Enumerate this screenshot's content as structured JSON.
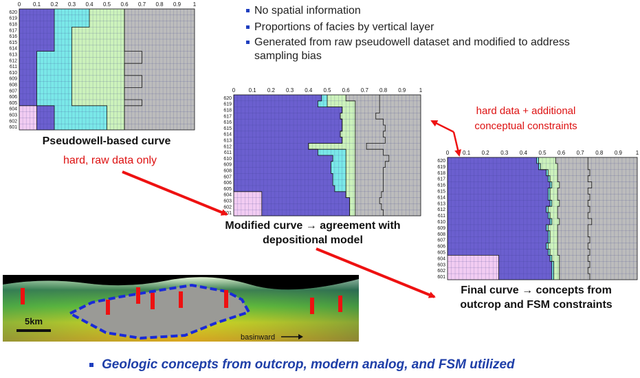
{
  "bullets": [
    "No spatial information",
    "Proportions of facies by vertical layer",
    "Generated from raw pseudowell dataset and modified to address sampling bias"
  ],
  "captions": {
    "pseudowell": "Pseudowell-based curve",
    "pseudowell_note": "hard, raw data only",
    "modified_line1": "Modified curve → agreement with",
    "modified_line2": "depositional model",
    "constraints_line1": "hard data + additional",
    "constraints_line2": "conceptual constraints",
    "final_line1": "Final curve → concepts from",
    "final_line2": "outcrop and FSM constraints"
  },
  "footer": "Geologic concepts from outcrop, modern analog, and FSM utilized",
  "photo_labels": {
    "scale": "5km",
    "direction": "basinward"
  },
  "colors": {
    "facies": [
      "#f2ccf2",
      "#6b5fcf",
      "#7ae8e8",
      "#ccf2bb",
      "#bcbcbc"
    ],
    "bullet": "#1f3fbf",
    "accent_red": "#dd1111",
    "footer_text": "#1f3fa8"
  },
  "chart_data": [
    {
      "type": "area",
      "name": "pseudowell",
      "stacked": true,
      "orientation": "horizontal",
      "x_ticks": [
        "0",
        "0.1",
        "0.2",
        "0.3",
        "0.4",
        "0.5",
        "0.6",
        "0.7",
        "0.8",
        "0.9",
        "1"
      ],
      "xlim": [
        0,
        1
      ],
      "layers": [
        "620",
        "619",
        "618",
        "617",
        "616",
        "615",
        "614",
        "613",
        "612",
        "611",
        "610",
        "609",
        "608",
        "607",
        "606",
        "605",
        "604",
        "603",
        "602",
        "601"
      ],
      "boundaries": [
        [
          0,
          0,
          0,
          0,
          0,
          0,
          0,
          0,
          0,
          0,
          0,
          0,
          0,
          0,
          0,
          0,
          0.1,
          0.1,
          0.1,
          0.1
        ],
        [
          0.2,
          0.2,
          0.2,
          0.2,
          0.2,
          0.2,
          0.2,
          0.1,
          0.1,
          0.1,
          0.1,
          0.1,
          0.1,
          0.1,
          0.1,
          0.1,
          0.2,
          0.2,
          0.2,
          0.2
        ],
        [
          0.4,
          0.4,
          0.4,
          0.3,
          0.3,
          0.3,
          0.3,
          0.3,
          0.3,
          0.3,
          0.3,
          0.3,
          0.3,
          0.3,
          0.3,
          0.3,
          0.5,
          0.5,
          0.5,
          0.5
        ],
        [
          0.6,
          0.6,
          0.6,
          0.6,
          0.6,
          0.6,
          0.6,
          0.6,
          0.6,
          0.6,
          0.6,
          0.6,
          0.6,
          0.6,
          0.6,
          0.6,
          0.6,
          0.6,
          0.6,
          0.6
        ],
        [
          0.6,
          0.6,
          0.6,
          0.6,
          0.6,
          0.6,
          0.6,
          0.7,
          0.7,
          0.6,
          0.6,
          0.7,
          0.7,
          0.6,
          0.6,
          0.7,
          0.6,
          0.6,
          0.6,
          0.6
        ]
      ]
    },
    {
      "type": "area",
      "name": "modified",
      "stacked": true,
      "orientation": "horizontal",
      "x_ticks": [
        "0",
        "0.1",
        "0.2",
        "0.3",
        "0.4",
        "0.5",
        "0.6",
        "0.7",
        "0.8",
        "0.9",
        "1"
      ],
      "xlim": [
        0,
        1
      ],
      "layers": [
        "620",
        "619",
        "618",
        "617",
        "616",
        "615",
        "614",
        "613",
        "612",
        "611",
        "610",
        "609",
        "608",
        "607",
        "606",
        "605",
        "604",
        "603",
        "602",
        "601"
      ],
      "boundaries": [
        [
          0,
          0,
          0,
          0,
          0,
          0,
          0,
          0,
          0,
          0,
          0,
          0,
          0,
          0,
          0,
          0,
          0.15,
          0.15,
          0.15,
          0.15
        ],
        [
          0.47,
          0.45,
          0.58,
          0.57,
          0.58,
          0.58,
          0.57,
          0.58,
          0.4,
          0.45,
          0.53,
          0.52,
          0.52,
          0.53,
          0.53,
          0.54,
          0.6,
          0.62,
          0.62,
          0.62
        ],
        [
          0.5,
          0.5,
          0.58,
          0.57,
          0.58,
          0.58,
          0.57,
          0.58,
          0.4,
          0.6,
          0.6,
          0.6,
          0.6,
          0.6,
          0.6,
          0.6,
          0.6,
          0.62,
          0.62,
          0.62
        ],
        [
          0.6,
          0.65,
          0.65,
          0.65,
          0.65,
          0.65,
          0.65,
          0.65,
          0.65,
          0.65,
          0.65,
          0.65,
          0.65,
          0.65,
          0.65,
          0.65,
          0.65,
          0.65,
          0.65,
          0.65
        ],
        [
          0.78,
          0.78,
          0.78,
          0.76,
          0.8,
          0.81,
          0.8,
          0.81,
          0.71,
          0.8,
          0.83,
          0.81,
          0.8,
          0.8,
          0.8,
          0.8,
          0.79,
          0.78,
          0.79,
          0.8
        ]
      ]
    },
    {
      "type": "area",
      "name": "final",
      "stacked": true,
      "orientation": "horizontal",
      "x_ticks": [
        "0",
        "0.1",
        "0.2",
        "0.3",
        "0.4",
        "0.5",
        "0.6",
        "0.7",
        "0.8",
        "0.9",
        "1"
      ],
      "xlim": [
        0,
        1
      ],
      "layers": [
        "620",
        "619",
        "618",
        "617",
        "616",
        "615",
        "614",
        "613",
        "612",
        "611",
        "610",
        "609",
        "608",
        "607",
        "606",
        "605",
        "604",
        "603",
        "602",
        "601"
      ],
      "boundaries": [
        [
          0,
          0,
          0,
          0,
          0,
          0,
          0,
          0,
          0,
          0,
          0,
          0,
          0,
          0,
          0,
          0,
          0.27,
          0.27,
          0.27,
          0.27
        ],
        [
          0.47,
          0.48,
          0.52,
          0.53,
          0.54,
          0.53,
          0.53,
          0.54,
          0.52,
          0.53,
          0.54,
          0.52,
          0.53,
          0.53,
          0.52,
          0.53,
          0.54,
          0.55,
          0.55,
          0.55
        ],
        [
          0.48,
          0.49,
          0.53,
          0.54,
          0.55,
          0.54,
          0.54,
          0.55,
          0.53,
          0.54,
          0.55,
          0.53,
          0.54,
          0.54,
          0.53,
          0.54,
          0.55,
          0.56,
          0.56,
          0.56
        ],
        [
          0.57,
          0.58,
          0.58,
          0.58,
          0.59,
          0.58,
          0.58,
          0.59,
          0.58,
          0.58,
          0.59,
          0.58,
          0.58,
          0.58,
          0.58,
          0.58,
          0.59,
          0.59,
          0.59,
          0.59
        ],
        [
          0.74,
          0.74,
          0.75,
          0.74,
          0.76,
          0.74,
          0.75,
          0.74,
          0.75,
          0.74,
          0.76,
          0.74,
          0.74,
          0.75,
          0.74,
          0.75,
          0.74,
          0.75,
          0.74,
          0.75
        ]
      ]
    }
  ]
}
